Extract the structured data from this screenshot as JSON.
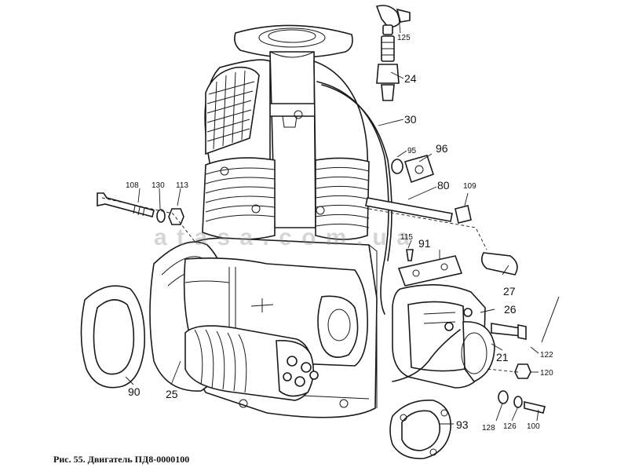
{
  "figure": {
    "caption": "Рис. 55. Двигатель ПД8-0000100",
    "watermark": "a t a s a . c o m . u a"
  },
  "part_labels": {
    "p125": "125",
    "p24": "24",
    "p30": "30",
    "p95": "95",
    "p96": "96",
    "p80": "80",
    "p109": "109",
    "p108": "108",
    "p130": "130",
    "p113": "113",
    "p115": "115",
    "p91": "91",
    "p27": "27",
    "p26": "26",
    "p21": "21",
    "p122": "122",
    "p120": "120",
    "p90": "90",
    "p25": "25",
    "p93": "93",
    "p128": "128",
    "p126": "126",
    "p100": "100"
  }
}
